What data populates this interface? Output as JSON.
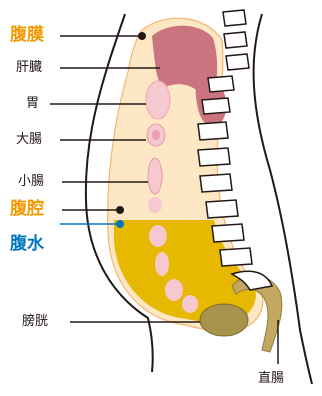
{
  "labels": {
    "peritoneum": "腹膜",
    "liver": "肝臓",
    "stomach": "胃",
    "large_intestine": "大腸",
    "small_intestine": "小腸",
    "peritoneal_cavity": "腹腔",
    "ascites": "腹水",
    "bladder": "膀胱",
    "rectum": "直腸"
  },
  "colors": {
    "highlight_label": "#f39800",
    "ascites_label": "#0075c2",
    "ascites_fluid": "#e6b800",
    "peritoneum_band": "#fde7c4",
    "liver": "#c9747e",
    "organ": "#f6c8cf",
    "outline": "#231815"
  }
}
